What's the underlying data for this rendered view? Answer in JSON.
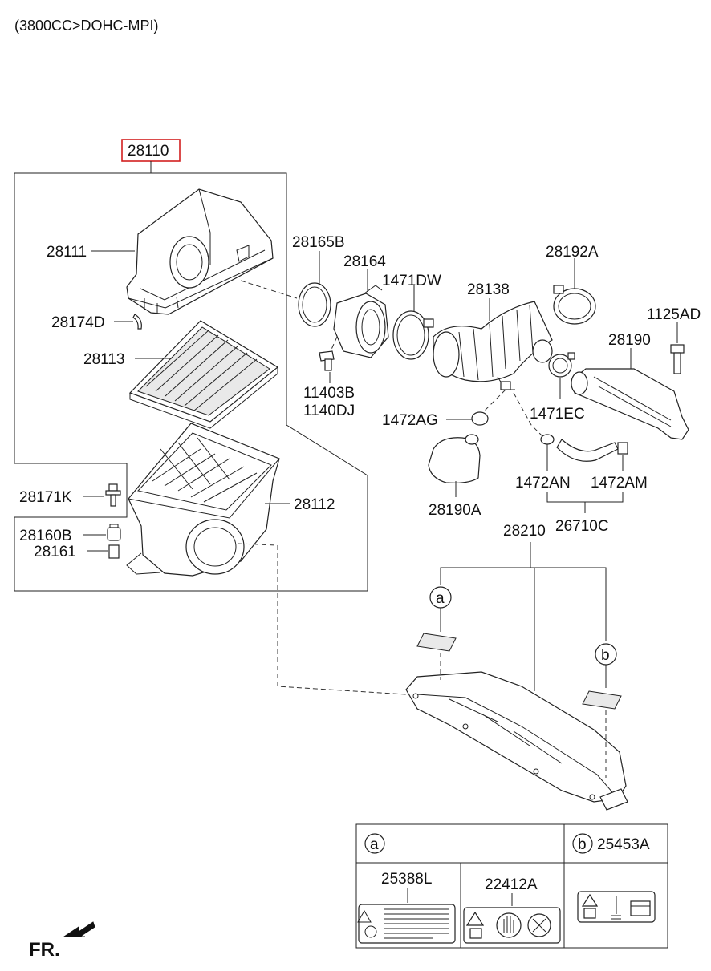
{
  "header": {
    "engine_spec": "(3800CC>DOHC-MPI)"
  },
  "parts": {
    "p28110": "28110",
    "p28111": "28111",
    "p28174D": "28174D",
    "p28113": "28113",
    "p28171K": "28171K",
    "p28160B": "28160B",
    "p28161": "28161",
    "p28112": "28112",
    "p28165B": "28165B",
    "p28164": "28164",
    "p1471DW": "1471DW",
    "p28138": "28138",
    "p28192A": "28192A",
    "p1125AD": "1125AD",
    "p28190": "28190",
    "p1471EC": "1471EC",
    "p11403B": "11403B",
    "p1140DJ": "1140DJ",
    "p1472AG": "1472AG",
    "p28190A": "28190A",
    "p1472AN": "1472AN",
    "p1472AM": "1472AM",
    "p26710C": "26710C",
    "p28210": "28210"
  },
  "callouts": {
    "a": "a",
    "b": "b"
  },
  "legend": {
    "cell_a_letter": "a",
    "cell_b_letter": "b",
    "cell_b_part": "25453A",
    "part_25388L": "25388L",
    "part_22412A": "22412A"
  },
  "orientation": {
    "label": "FR."
  },
  "highlight_color": "#d21f1f"
}
